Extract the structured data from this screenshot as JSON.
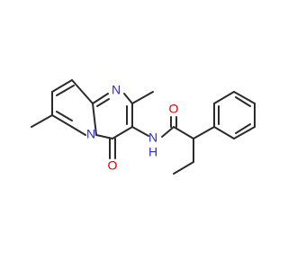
{
  "molecule": {
    "atoms": [
      {
        "id": "N1",
        "symbol": "N",
        "color": "#2d2dcc"
      },
      {
        "id": "N2",
        "symbol": "N",
        "color": "#2d2dcc"
      },
      {
        "id": "O1",
        "symbol": "O",
        "color": "#e00000"
      },
      {
        "id": "NH",
        "symbol": "N",
        "color": "#2d2dcc"
      },
      {
        "id": "H",
        "symbol": "H",
        "color": "#2d2dcc"
      },
      {
        "id": "O2",
        "symbol": "O",
        "color": "#e00000"
      }
    ],
    "bond_color": "#2b2b2b"
  }
}
